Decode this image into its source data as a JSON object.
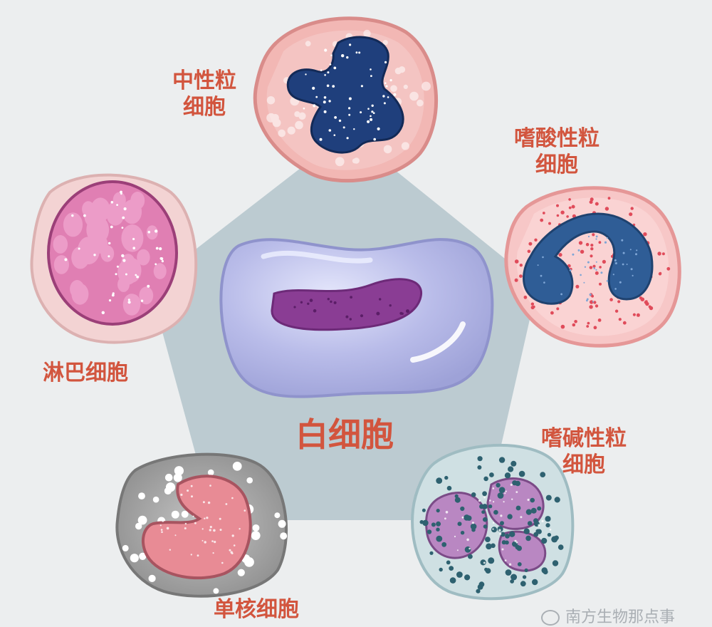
{
  "center_label": "白细胞",
  "cells": {
    "neutrophil": {
      "line1": "中性粒",
      "line2": "细胞"
    },
    "eosinophil": {
      "line1": "嗜酸性粒",
      "line2": "细胞"
    },
    "lymphocyte": {
      "line1": "淋巴细胞"
    },
    "basophil": {
      "line1": "嗜碱性粒",
      "line2": "细胞"
    },
    "monocyte": {
      "line1": "单核细胞"
    }
  },
  "watermark": "南方生物那点事",
  "colors": {
    "background": "#eceeef",
    "pentagon": "#bccbd1",
    "label": "#d2553e",
    "neutrophil_cell": "#f2b7b4",
    "neutrophil_nucleus": "#1f3f7c",
    "eosinophil_cell": "#f7c7c7",
    "eosinophil_nucleus": "#2f5d96",
    "eosinophil_granule": "#e04b5a",
    "lymphocyte_cell": "#f3d3d3",
    "lymphocyte_nucleus": "#e07fb3",
    "monocyte_cell": "#9e9e9e",
    "monocyte_nucleus": "#e88b95",
    "basophil_cell": "#cfe0e3",
    "basophil_nucleus": "#b987c2",
    "basophil_granule": "#2e6170",
    "white_cell_body": "#b6b9e6",
    "white_cell_nucleus": "#8a3d94"
  }
}
